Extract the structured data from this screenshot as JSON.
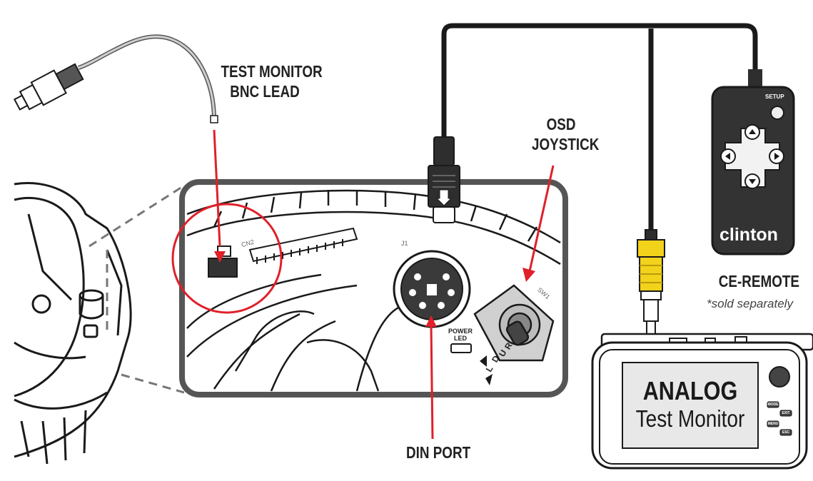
{
  "labels": {
    "bnc_lead": [
      "TEST MONITOR",
      "BNC LEAD"
    ],
    "osd_joystick": [
      "OSD",
      "JOYSTICK"
    ],
    "din_port": "DIN PORT",
    "ce_remote": "CE-REMOTE",
    "sold_separately": "*sold separately"
  },
  "remote": {
    "brand": "clinton",
    "setup": "SETUP"
  },
  "monitor": {
    "title_line1": "ANALOG",
    "title_line2": "Test Monitor",
    "buttons": [
      "MODE",
      "EXIT",
      "MENU",
      "ESC"
    ]
  },
  "board": {
    "cn2": "CN2",
    "j1": "J1",
    "sw1": "SW1",
    "power_led": [
      "POWER",
      "LED"
    ],
    "joystick_dirs": [
      "L",
      "D",
      "U",
      "R"
    ]
  },
  "colors": {
    "callout_red": "#e0202a",
    "outline": "#1a1a1a",
    "frame_gray": "#555555",
    "bnc_yellow": "#f3d21b",
    "remote_body": "#333333",
    "screen_gray": "#e8e8e8"
  }
}
